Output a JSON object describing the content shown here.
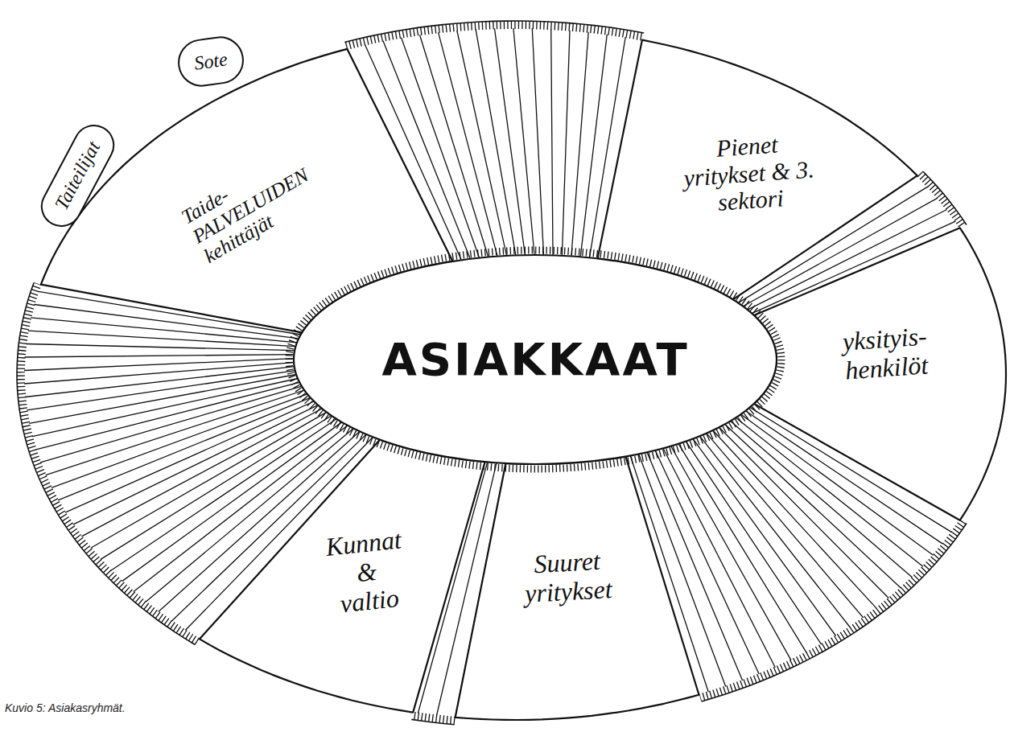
{
  "diagram": {
    "caption": "Kuvio 5: Asiakasryhmät.",
    "nodes": [
      {
        "text": [
          "Taiteilijat"
        ]
      },
      {
        "text": [
          "Sote"
        ]
      },
      {
        "text": [
          "Taide- PALVELUIDEN kehittäjät"
        ]
      },
      {
        "text": [
          "Pienet yritykset & 3. sektori"
        ]
      },
      {
        "text": [
          "ASIAKKAAT"
        ]
      },
      {
        "text": [
          "yksityis- henkilöt"
        ]
      },
      {
        "text": [
          "Kunnat & valtio"
        ]
      },
      {
        "text": [
          "Suuret yritykset"
        ]
      }
    ]
  }
}
